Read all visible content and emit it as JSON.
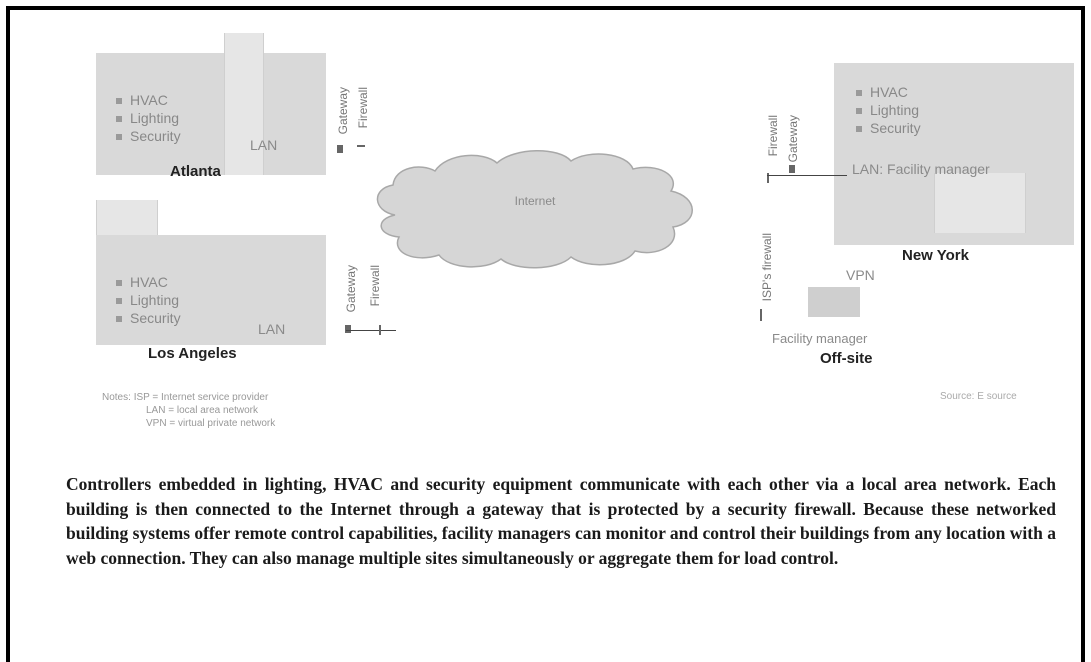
{
  "systems": [
    "HVAC",
    "Lighting",
    "Security"
  ],
  "labels": {
    "lan": "LAN",
    "gateway": "Gateway",
    "firewall": "Firewall",
    "internet": "Internet",
    "lan_facility": "LAN: Facility manager",
    "isp_firewall": "ISP's firewall",
    "vpn": "VPN",
    "facility_manager": "Facility manager"
  },
  "cities": {
    "atlanta": "Atlanta",
    "los_angeles": "Los Angeles",
    "new_york": "New York",
    "offsite": "Off-site"
  },
  "notes": {
    "heading": "Notes:",
    "isp": "ISP = Internet service provider",
    "lan": "LAN = local area network",
    "vpn": "VPN = virtual private network"
  },
  "source": "Source: E source",
  "caption": "Controllers embedded in lighting, HVAC and security equipment communicate with each other via a local area network. Each building is then connected to the Internet through a gateway that is protected by a security firewall. Because these networked building systems offer remote control capabilities, facility managers can monitor and control their buildings from any location with a web connection. They can also manage multiple sites simultaneously or aggregate them for load control."
}
